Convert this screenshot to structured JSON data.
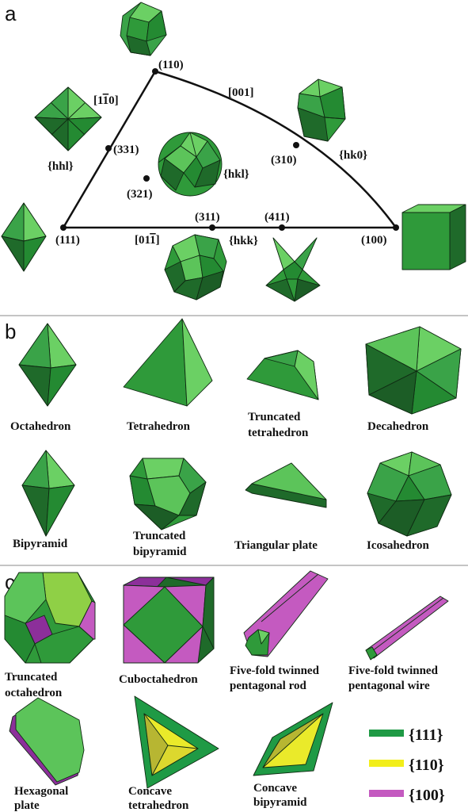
{
  "panels": {
    "a": "a",
    "b": "b",
    "c": "c"
  },
  "triangle_points": {
    "p110": "(110)",
    "p111": "(111)",
    "p100": "(100)",
    "p331": "(331)",
    "p321": "(321)",
    "p310": "(310)",
    "p311": "(311)",
    "p411": "(411)"
  },
  "triangle_edges": {
    "e001": "[001]",
    "e1m10": "[1",
    "e1m10_bar": "1",
    "e1m10_end": "0]",
    "e01m1": "[01",
    "e01m1_bar": "1",
    "e01m1_end": "]"
  },
  "families": {
    "hhl": "{hhl}",
    "hkl": "{hkl}",
    "hk0": "{hk0}",
    "hkk": "{hkk}"
  },
  "panel_b": {
    "octahedron": "Octahedron",
    "tetrahedron": "Tetrahedron",
    "truncated_tetrahedron_1": "Truncated",
    "truncated_tetrahedron_2": "tetrahedron",
    "decahedron": "Decahedron",
    "bipyramid": "Bipyramid",
    "truncated_bipyramid_1": "Truncated",
    "truncated_bipyramid_2": "bipyramid",
    "triangular_plate": "Triangular plate",
    "icosahedron": "Icosahedron"
  },
  "panel_c": {
    "truncated_octahedron_1": "Truncated",
    "truncated_octahedron_2": "octahedron",
    "cuboctahedron": "Cuboctahedron",
    "pent_rod_1": "Five-fold twinned",
    "pent_rod_2": "pentagonal rod",
    "pent_wire_1": "Five-fold twinned",
    "pent_wire_2": "pentagonal wire",
    "hex_plate_1": "Hexagonal",
    "hex_plate_2": "plate",
    "concave_tet_1": "Concave",
    "concave_tet_2": "tetrahedron",
    "concave_bip_1": "Concave",
    "concave_bip_2": "bipyramid"
  },
  "legend": [
    {
      "label": "{111}",
      "color": "#1f9a45"
    },
    {
      "label": "{110}",
      "color": "#f2ee1a"
    },
    {
      "label": "{100}",
      "color": "#c45ac0"
    }
  ],
  "colors": {
    "green_light": "#5cc45a",
    "green_mid": "#2f9a3a",
    "green_dark": "#1f6a2a",
    "yellow": "#eaea2a",
    "magenta": "#c45ac0"
  }
}
